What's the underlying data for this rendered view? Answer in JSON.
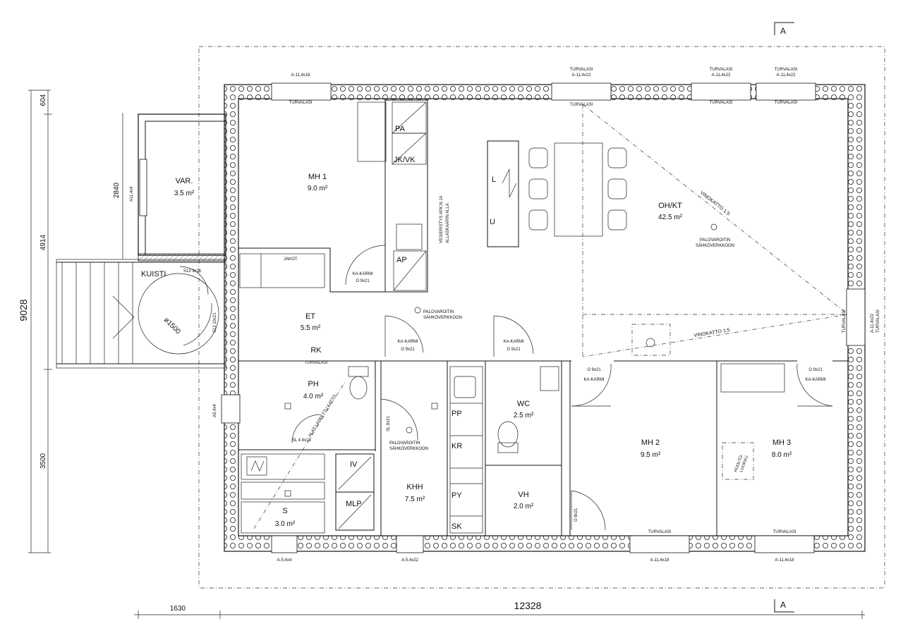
{
  "section_marks": [
    "A",
    "A"
  ],
  "dimensions": {
    "total_width": "12328",
    "porch_width": "1630",
    "total_height": "9028",
    "seg_604": "604",
    "seg_4914": "4914",
    "seg_3500": "3500",
    "seg_2840": "2840"
  },
  "rooms": {
    "mh1": {
      "name": "MH 1",
      "area": "9.0 m²"
    },
    "var": {
      "name": "VAR.",
      "area": "3.5 m²"
    },
    "ohkt": {
      "name": "OH/KT",
      "area": "42.5 m²"
    },
    "et": {
      "name": "ET",
      "area": "5.5 m²"
    },
    "ph": {
      "name": "PH",
      "area": "4.0 m²"
    },
    "s": {
      "name": "S",
      "area": "3.0 m²"
    },
    "khh": {
      "name": "KHH",
      "area": "7.5 m²"
    },
    "wc": {
      "name": "WC",
      "area": "2.5 m²"
    },
    "vh": {
      "name": "VH",
      "area": "2.0 m²"
    },
    "mh2": {
      "name": "MH 2",
      "area": "9.5 m²"
    },
    "mh3": {
      "name": "MH 3",
      "area": "8.0 m²"
    },
    "kuisti": {
      "name": "KUISTI"
    },
    "rk": {
      "name": "RK"
    }
  },
  "fixtures": {
    "pa": "PA",
    "jkvk": "JK/VK",
    "ap": "AP",
    "l": "L",
    "u": "U",
    "pp": "PP",
    "kr": "KR",
    "py": "PY",
    "sk": "SK",
    "iv": "IV",
    "mlp": "MLP",
    "jakot": "JAKOT."
  },
  "notes": {
    "vinokatto_1": "VINOKATTO 1:5",
    "vinokatto_2": "VINOKATTO 1:5",
    "palovaroitin_1a": "PALOVAROITIN",
    "palovaroitin_1b": "SÄHKÖVERKKOON",
    "palovaroitin_2a": "PALOVAROITIN",
    "palovaroitin_2b": "SÄHKÖVERKKOON",
    "palovaroitin_3a": "PALOVAROITIN",
    "palovaroitin_3b": "SÄHKÖVERKKOON",
    "vesieristys_a": "VESIERISTYS APK:N JA",
    "vesieristys_b": "ALLASKAAPIN ALLA",
    "diameter": "ø1500",
    "huolto_a": "HUOLTO-",
    "huolto_b": "LUUKKU",
    "vinokatto_ph": "ALAS LASKETTU KATTO"
  },
  "doors": {
    "ka_karmi_1": "KA-KARMI",
    "o9x21_1": "O 9x21",
    "ka_karmi_2": "KA-KARMI",
    "o9x21_2": "O 9x21",
    "ka_karmi_3": "KA-KARMI",
    "o9x21_3": "O 9x21",
    "ka_karmi_4": "KA-KARMI",
    "o9x21_4": "O 9x21",
    "ka_karmi_5": "KA-KARMI",
    "o9x21_5": "O 9x21",
    "o8x21": "O 8x21",
    "sl9x21": "SL 9x21",
    "sl4": "SL 4 8x19",
    "s13_9x21": "S13 9x21",
    "s12_10x21": "S12 10x21"
  },
  "windows": {
    "top_1": "A-11,4x18",
    "top_1_glass": "TURVALASI",
    "top_2_a": "TURVALASI",
    "top_2_b": "A-11,4x22",
    "top_2_c": "TURVALASI",
    "top_3_a": "TURVALASI",
    "top_3_b": "A-11,4x22",
    "top_3_c": "TURVALASI",
    "top_4_a": "TURVALASI",
    "top_4_b": "A-11,4x22",
    "top_4_c": "TURVALASI",
    "bot_1": "A-5,4x4",
    "bot_2": "A-5,4x22",
    "bot_3": "A-11,4x18",
    "bot_3_glass": "TURVALASI",
    "bot_4": "A-11,4x18",
    "bot_4_glass": "TURVALASI",
    "left_ph": "A5,4x4",
    "var_win": "A11,4x4",
    "right_a": "A-11,4x22",
    "right_b": "TURVALASI",
    "right_c": "TURVALASI",
    "rk_label": "TURVALASI"
  }
}
